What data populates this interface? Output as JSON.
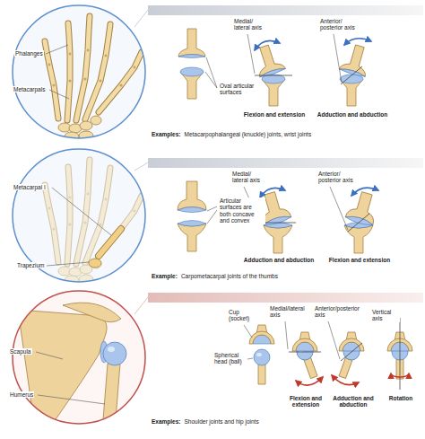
{
  "diagram": {
    "labels": [
      "Phalanges",
      "Metacarpals",
      "Oval articular surfaces",
      "Medial/ lateral axis",
      "Anterior/ posterior axis",
      "Flexion and extension",
      "Adduction and abduction",
      "Examples:",
      "Metacarpophalangeal (knuckle) joints, wrist joints",
      "Metacarpal I",
      "Articular surfaces are both concave and convex",
      "Medial/ lateral axis",
      "Anterior/ posterior axis",
      "Adduction and abduction",
      "Flexion and extension",
      "Trapezium",
      "Example:",
      "Carpometacarpal joints of the thumbs",
      "Scapula",
      "Cup (socket)",
      "Medial/lateral axis",
      "Anterior/posterior axis",
      "Vertical axis",
      "Spherical head (ball)",
      "Humerus",
      "Flexion and extension",
      "Adduction and abduction",
      "Rotation",
      "Examples:",
      "Shoulder joints and hip joints"
    ]
  }
}
